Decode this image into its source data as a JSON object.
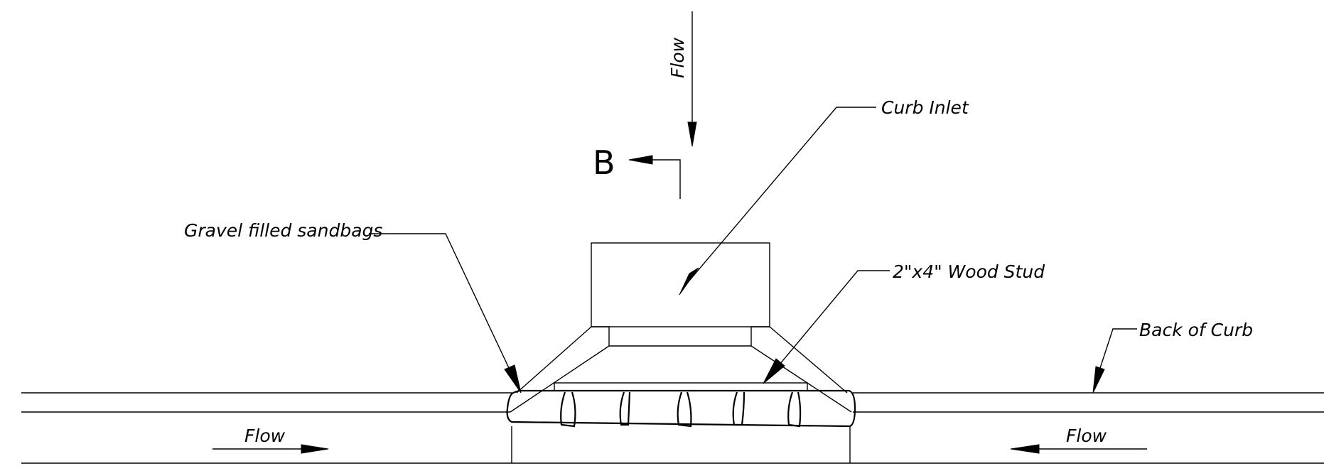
{
  "labels": {
    "flow_top": "Flow",
    "section_marker": "B",
    "curb_inlet": "Curb Inlet",
    "gravel_sandbags": "Gravel filled sandbags",
    "wood_stud": "2\"x4\" Wood Stud",
    "back_of_curb": "Back of Curb",
    "flow_left": "Flow",
    "flow_right": "Flow"
  },
  "colors": {
    "ink": "#000000",
    "background": "#ffffff"
  }
}
